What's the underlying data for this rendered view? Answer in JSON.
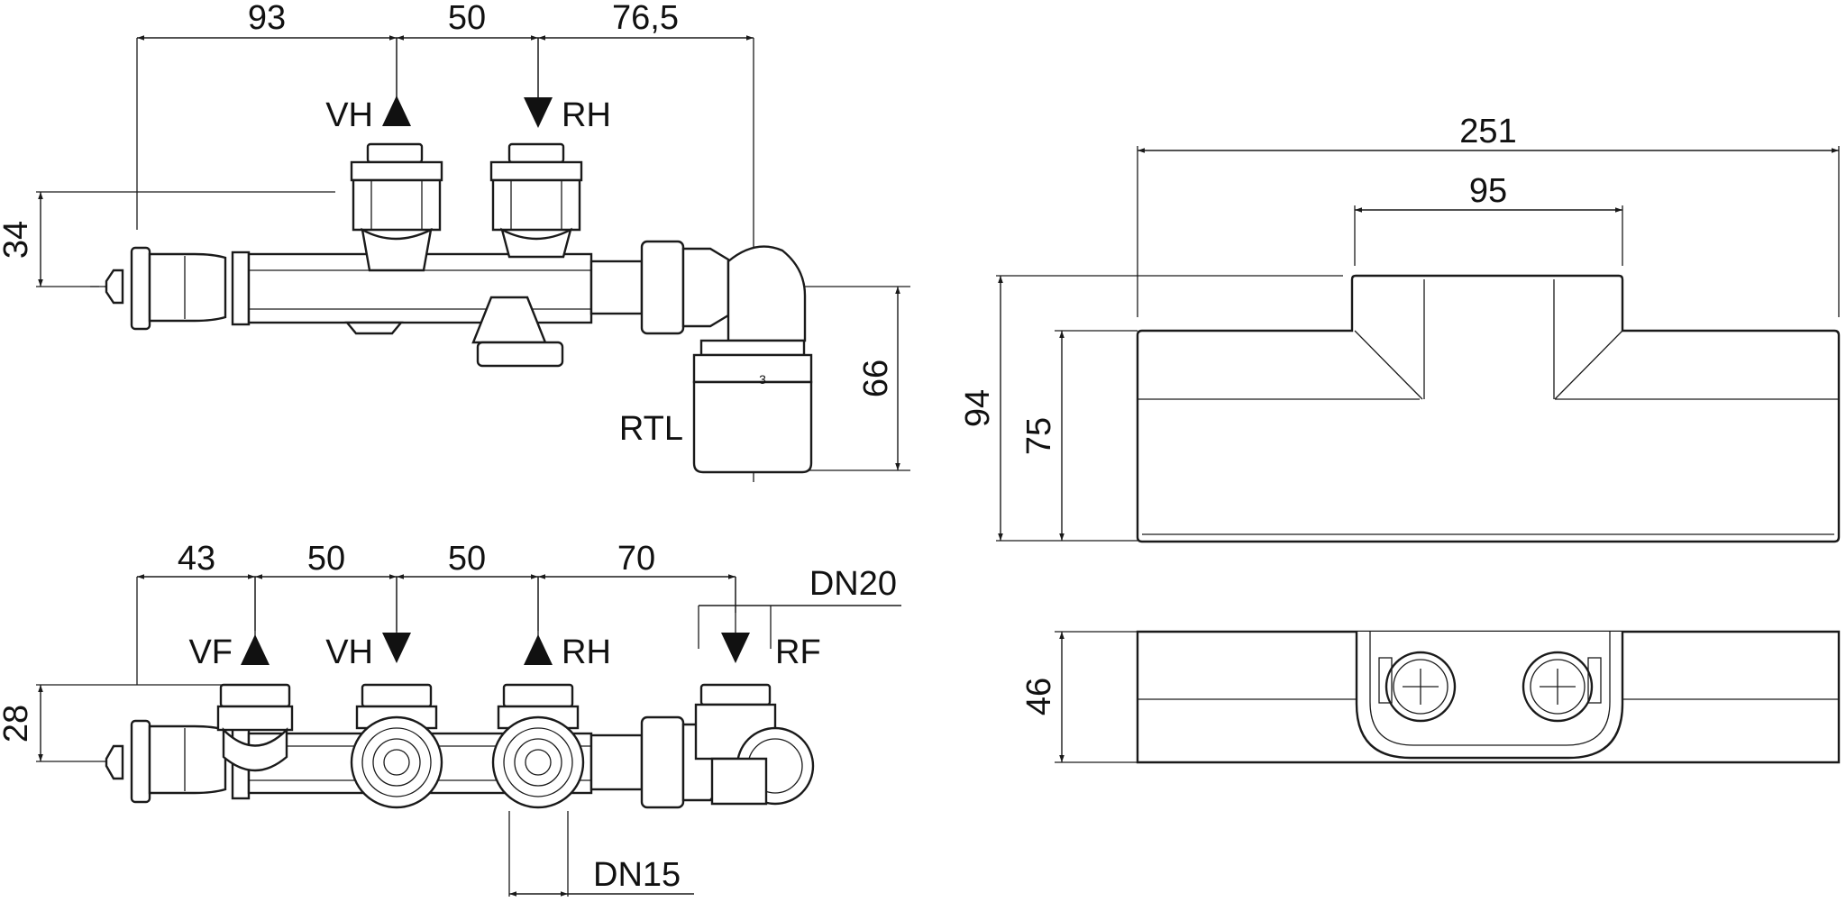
{
  "top_view": {
    "dims": {
      "d1": "93",
      "d2": "50",
      "d3": "76,5",
      "height_left": "34",
      "height_right": "66"
    },
    "labels": {
      "vh": "VH",
      "rh": "RH",
      "rtl": "RTL"
    }
  },
  "bottom_view": {
    "dims": {
      "d1": "43",
      "d2": "50",
      "d3": "50",
      "d4": "70",
      "height_left": "28",
      "dn20": "DN20",
      "dn15": "DN15"
    },
    "labels": {
      "vf": "VF",
      "vh": "VH",
      "rh": "RH",
      "rf": "RF"
    }
  },
  "cover_front": {
    "dims": {
      "width": "251",
      "neck": "95",
      "total_height": "94",
      "body_height": "75"
    }
  },
  "cover_bottom": {
    "dims": {
      "height": "46"
    }
  }
}
